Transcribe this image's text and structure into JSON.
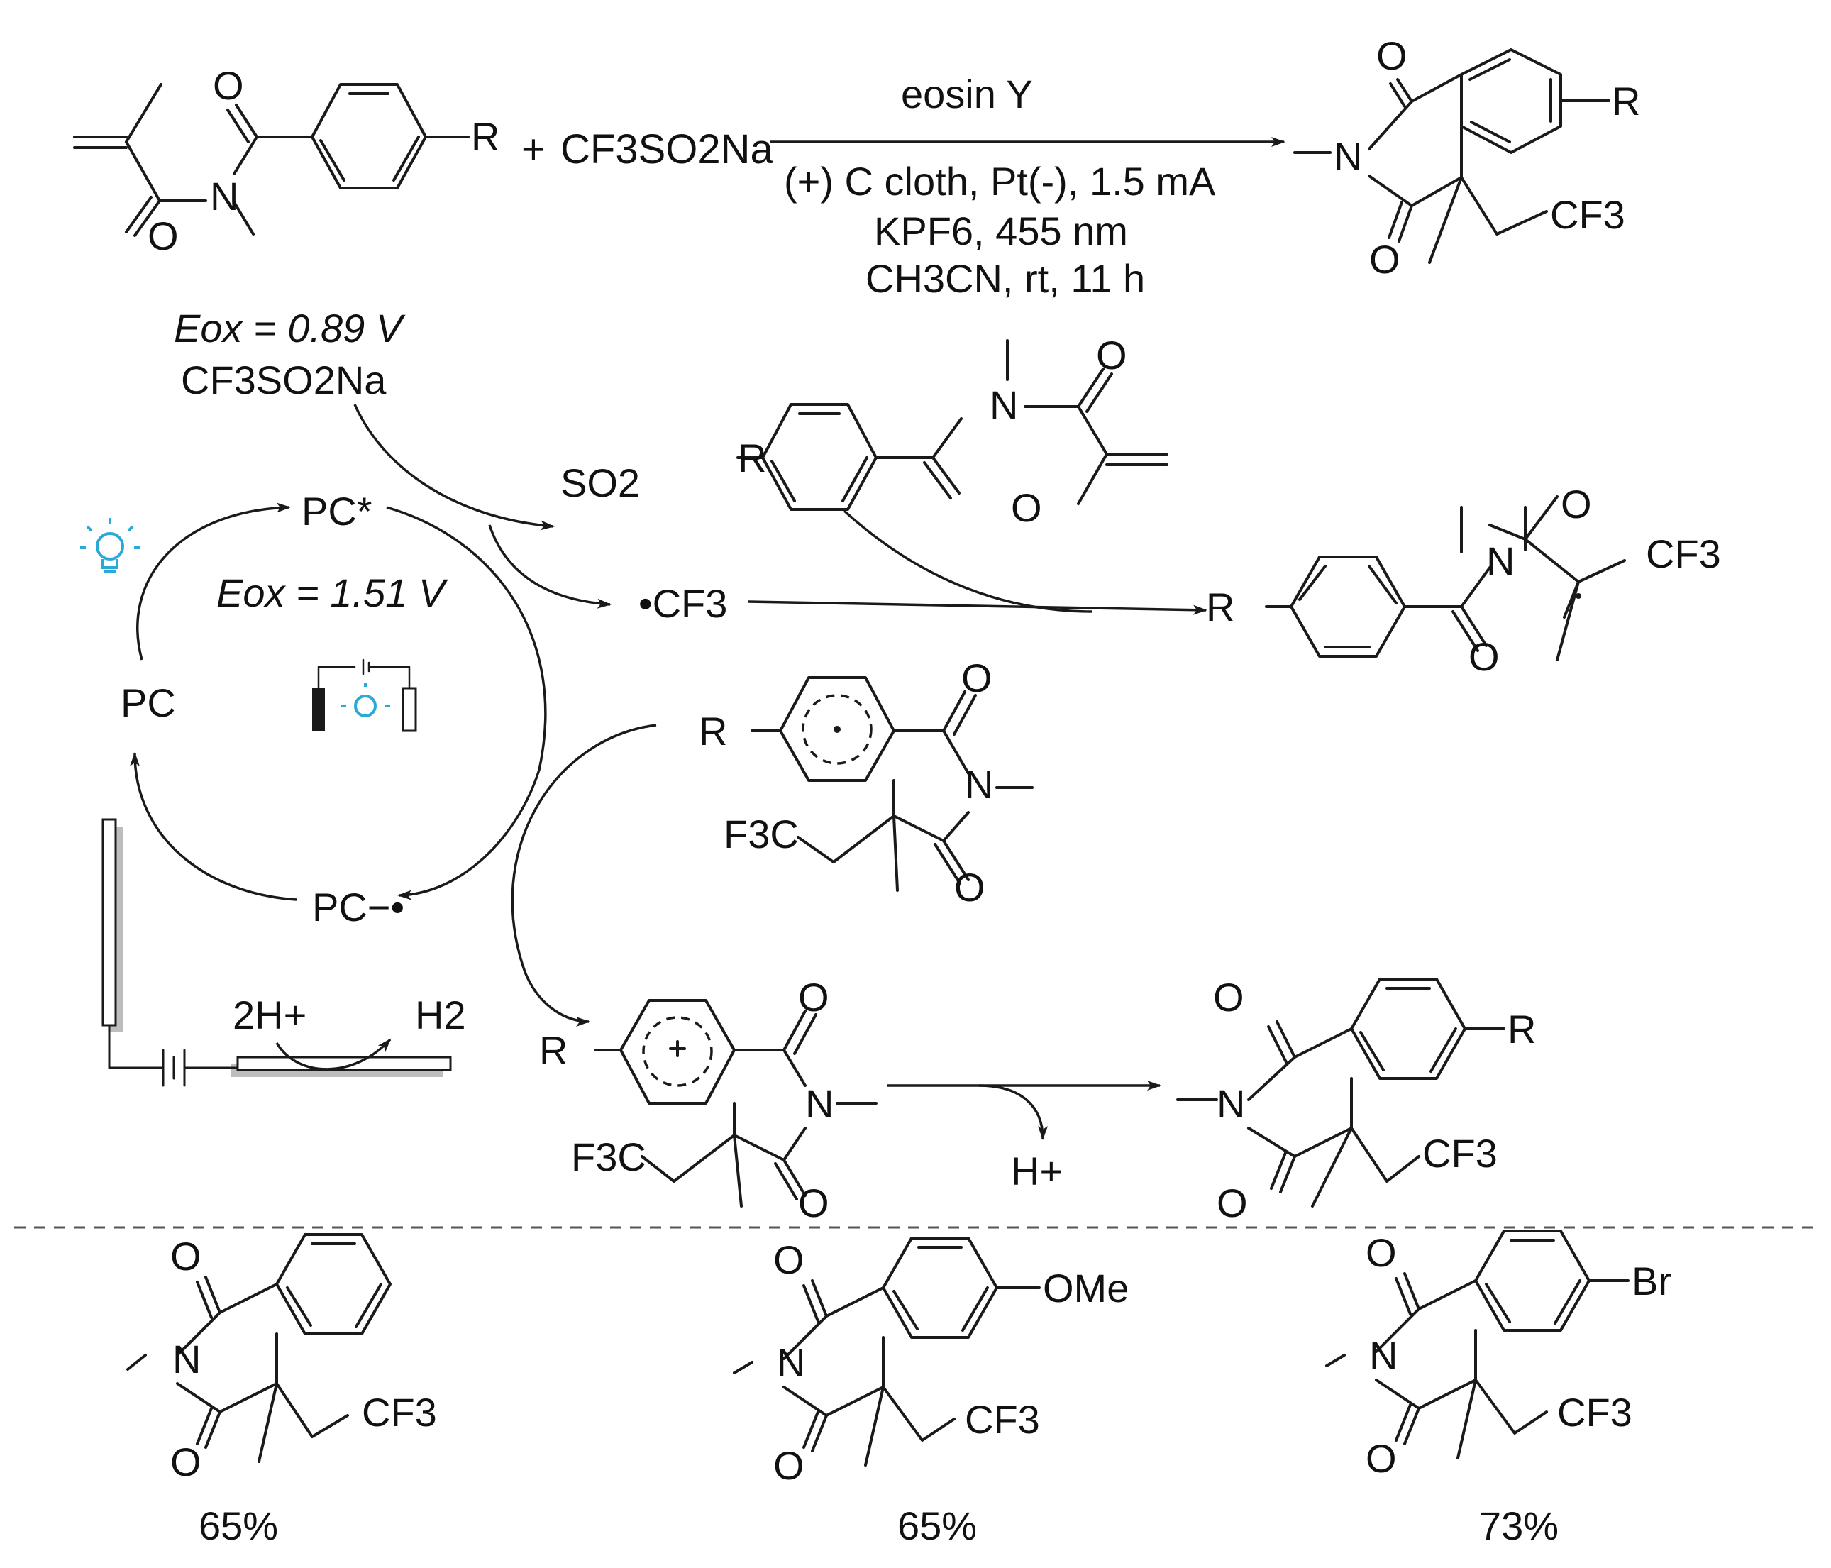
{
  "scheme": {
    "top_reaction": {
      "reagent": "CF3SO2Na",
      "plus": "+",
      "r_label": "R",
      "conditions": {
        "catalyst": "eosin Y",
        "electrodes": "(+) C cloth, Pt(-), 1.5 mA",
        "electrolyte": "KPF6,  455 nm",
        "solvent": "CH3CN, rt, 11 h"
      }
    },
    "mechanism": {
      "sulfinate_potential": "Eox = 0.89 V",
      "sulfinate": "CF3SO2Na",
      "pc_excited": "PC*",
      "pc_ground": "PC",
      "pc_radical_anion": "PC−•",
      "pc_potential": "Eox = 1.51 V",
      "so2": "SO2",
      "cf3_radical": "•CF3",
      "proton_reduction_left": "2H+",
      "proton_reduction_right": "H2",
      "proton_loss": "H+"
    },
    "atom_labels": {
      "O": "O",
      "N": "N",
      "R": "R",
      "CF3": "CF3",
      "F3C": "F3C"
    },
    "examples": [
      {
        "substituent": "",
        "yield": "65%"
      },
      {
        "substituent": "OMe",
        "yield": "65%"
      },
      {
        "substituent": "Br",
        "yield": "73%"
      }
    ],
    "colors": {
      "ink": "#1a1a1a",
      "bulb": "#29a9d8",
      "electrode_shadow": "#bdbdbd"
    },
    "icons": [
      "light-bulb-icon",
      "electrolysis-cell-icon",
      "electrode-icon",
      "battery-icon"
    ]
  }
}
